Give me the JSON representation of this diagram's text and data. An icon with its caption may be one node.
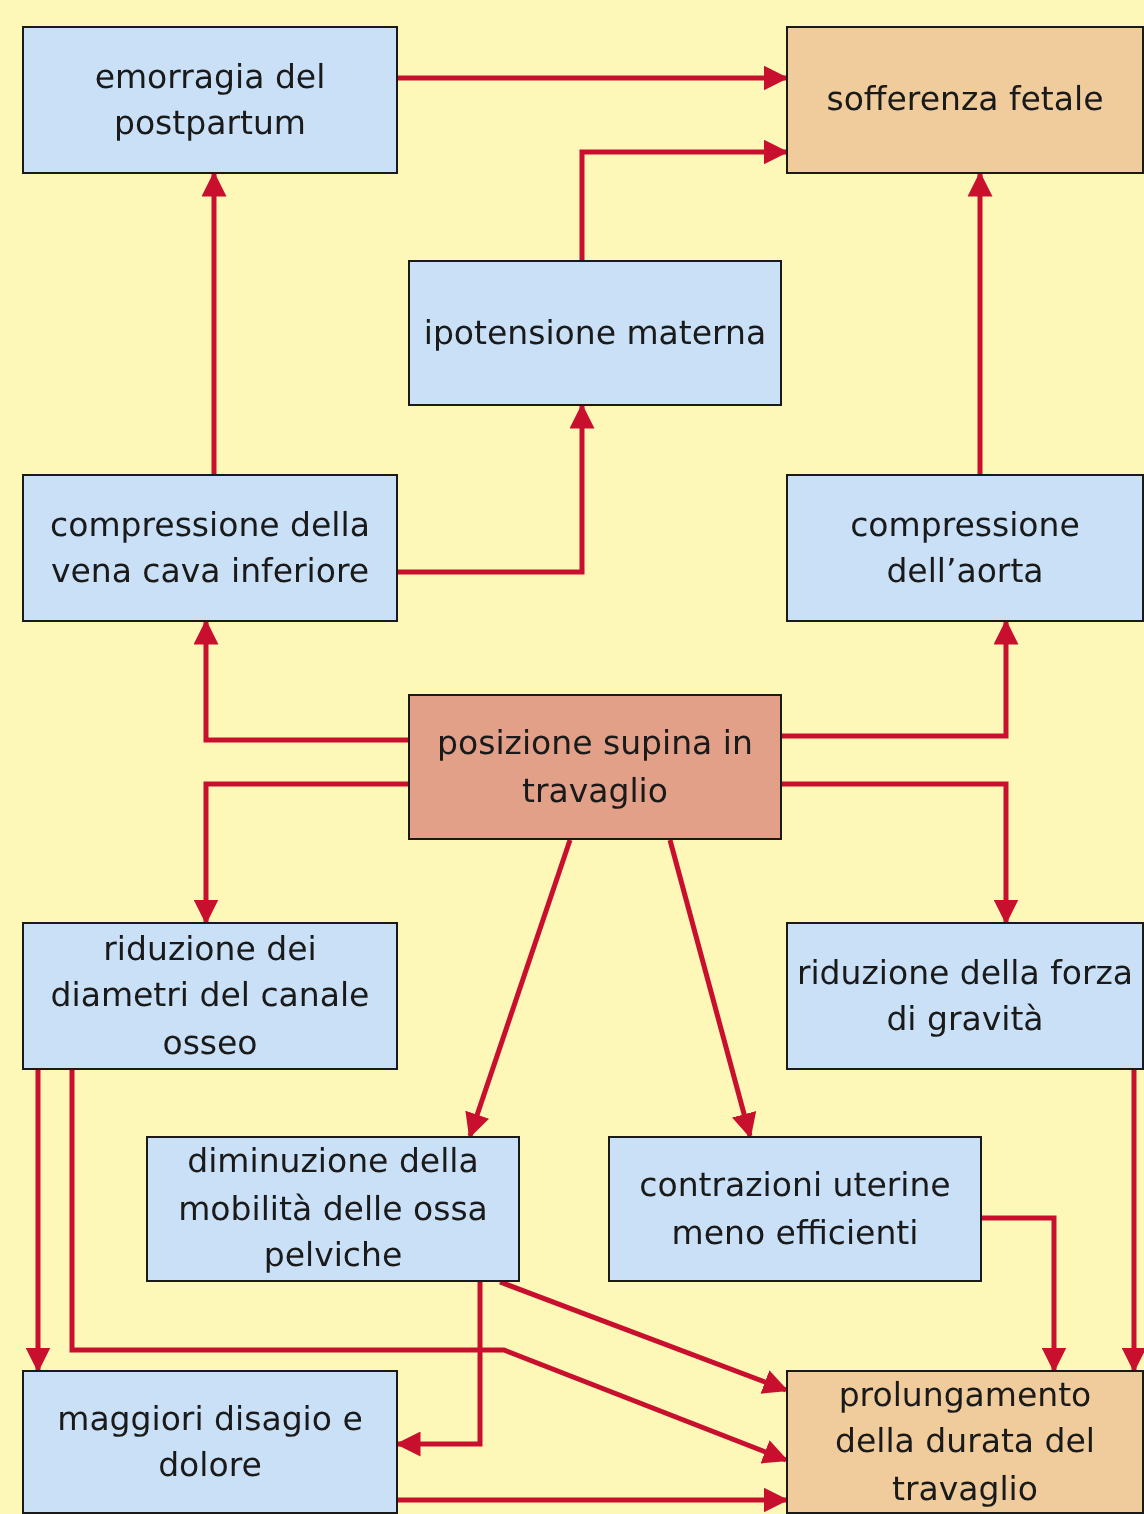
{
  "diagram": {
    "nodes": [
      {
        "text": [
          "emorragia del postpartum"
        ]
      },
      {
        "text": [
          "sofferenza fetale"
        ]
      },
      {
        "text": [
          "ipotensione materna"
        ]
      },
      {
        "text": [
          "compressione della vena cava inferiore"
        ]
      },
      {
        "text": [
          "compressione dell’aorta"
        ]
      },
      {
        "text": [
          "posizione supina in travaglio"
        ]
      },
      {
        "text": [
          "riduzione dei diametri del canale osseo"
        ]
      },
      {
        "text": [
          "riduzione della forza di gravità"
        ]
      },
      {
        "text": [
          "diminuzione della mobilità delle ossa pelviche"
        ]
      },
      {
        "text": [
          "contrazioni uterine meno efficienti"
        ]
      },
      {
        "text": [
          "maggiori disagio e dolore"
        ]
      },
      {
        "text": [
          "prolungamento della durata del travaglio"
        ]
      }
    ],
    "edges": [
      {
        "from": 0,
        "to": 1,
        "arrow": "to"
      },
      {
        "from": 2,
        "to": 1,
        "arrow": "to"
      },
      {
        "from": 3,
        "to": 0,
        "arrow": "to"
      },
      {
        "from": 3,
        "to": 2,
        "arrow": "to"
      },
      {
        "from": 4,
        "to": 1,
        "arrow": "to"
      },
      {
        "from": 5,
        "to": 3,
        "arrow": "to"
      },
      {
        "from": 5,
        "to": 4,
        "arrow": "to"
      },
      {
        "from": 5,
        "to": 6,
        "arrow": "to"
      },
      {
        "from": 5,
        "to": 7,
        "arrow": "to"
      },
      {
        "from": 5,
        "to": 8,
        "arrow": "to"
      },
      {
        "from": 5,
        "to": 9,
        "arrow": "to"
      },
      {
        "from": 6,
        "to": 10,
        "arrow": "to"
      },
      {
        "from": 6,
        "to": 11,
        "arrow": "to"
      },
      {
        "from": 8,
        "to": 10,
        "arrow": "to"
      },
      {
        "from": 8,
        "to": 11,
        "arrow": "to"
      },
      {
        "from": 9,
        "to": 11,
        "arrow": "to"
      },
      {
        "from": 7,
        "to": 11,
        "arrow": "to"
      },
      {
        "from": 10,
        "to": 11,
        "arrow": "to"
      }
    ]
  }
}
